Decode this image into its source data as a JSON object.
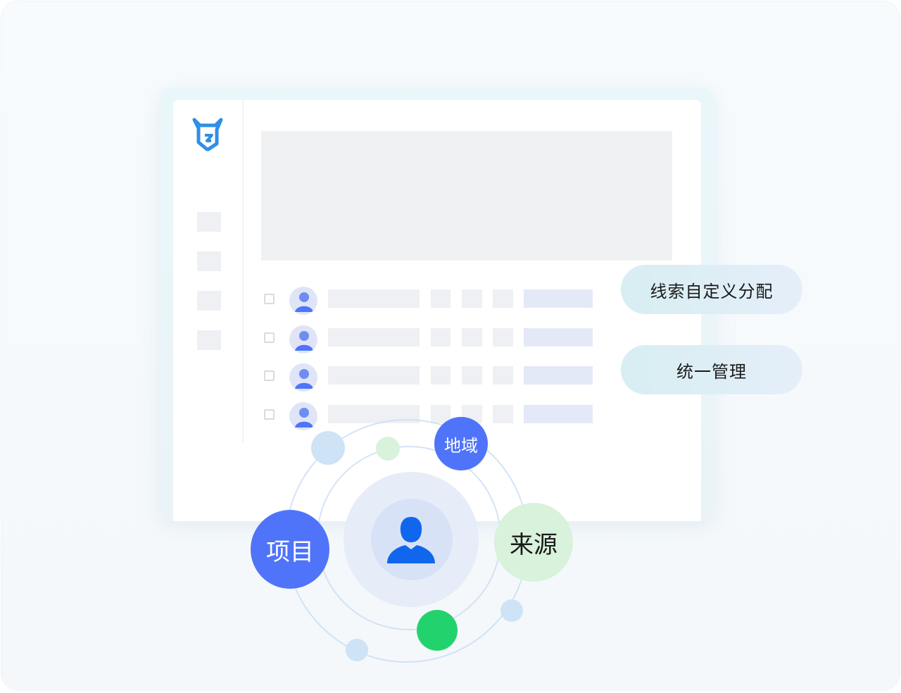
{
  "tags": {
    "custom_assign": "线索自定义分配",
    "unified_manage": "统一管理"
  },
  "orbit": {
    "region": "地域",
    "project": "项目",
    "source": "来源"
  },
  "colors": {
    "brand_blue": "#4f74f9",
    "source_green_bg": "#d9f2db",
    "accent_green": "#22d36d",
    "light_blue": "#cfe3f6",
    "logo_blue": "#2f8fe8",
    "user_icon_blue": "#1166ee"
  },
  "icons": {
    "logo": "bull-head-logo",
    "row_avatar": "person-avatar",
    "center": "user-silhouette"
  },
  "table": {
    "row_count": 4
  }
}
